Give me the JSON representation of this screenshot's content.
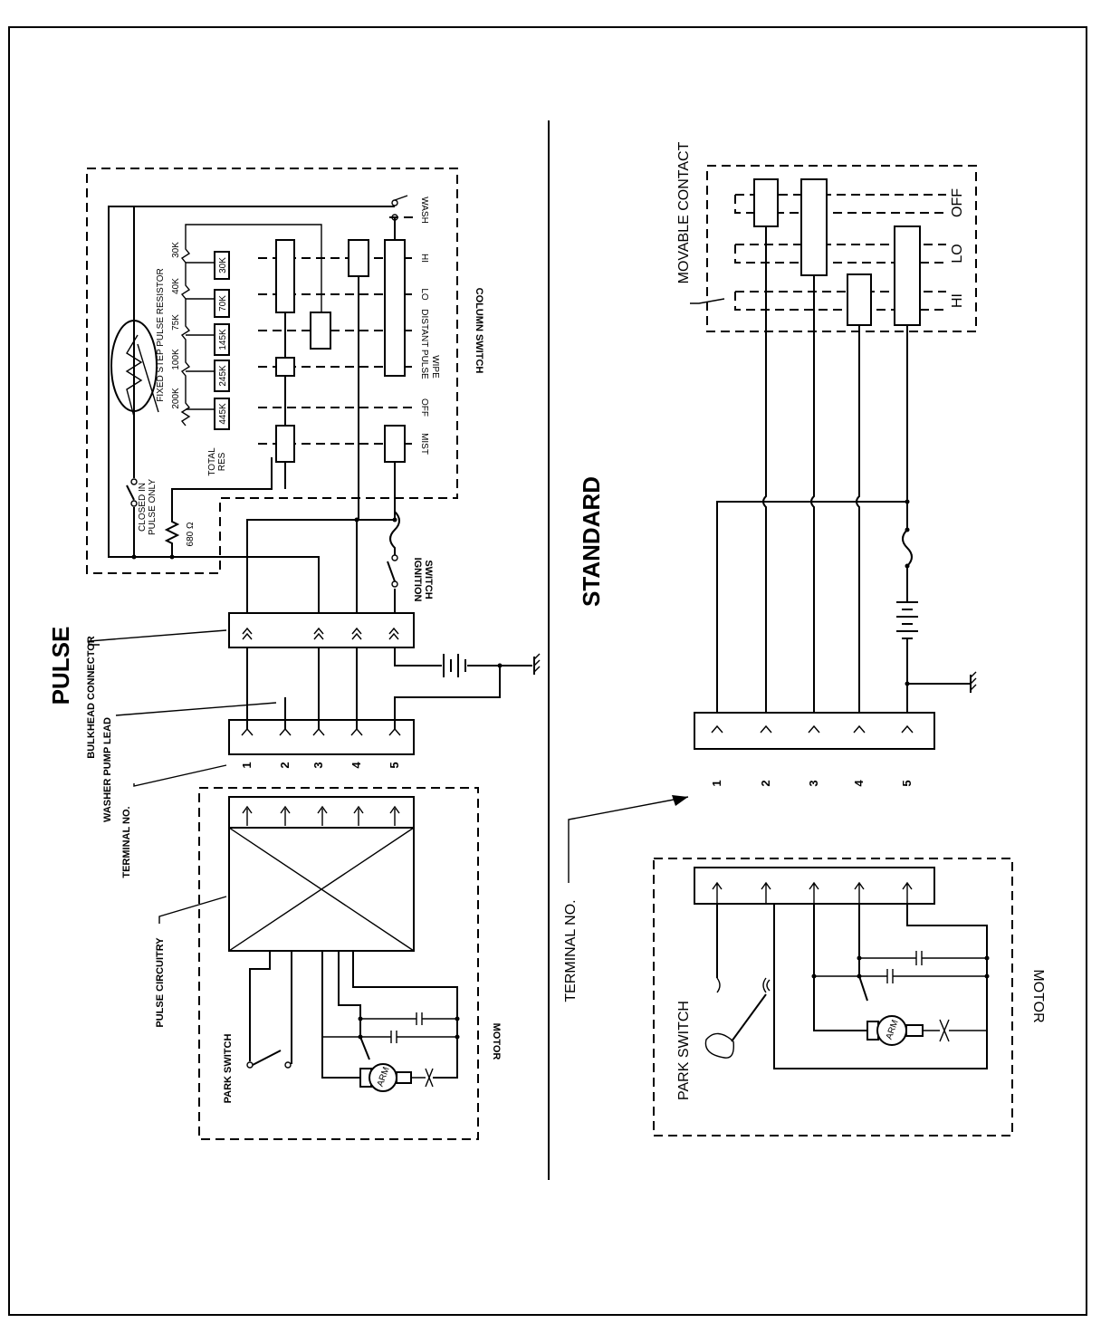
{
  "pulse": {
    "title": "PULSE",
    "bulkhead_connector": "BULKHEAD CONNECTOR",
    "washer_pump_lead": "WASHER PUMP LEAD",
    "terminal_no": "TERMINAL NO.",
    "pulse_circuitry": "PULSE CIRCUITRY",
    "park_switch": "PARK SWITCH",
    "motor": "MOTOR",
    "arm": "ARM",
    "ignition_switch_1": "IGNITION",
    "ignition_switch_2": "SWITCH",
    "column_switch": "COLUMN SWITCH",
    "closed_in_1": "CLOSED IN",
    "closed_in_2": "PULSE ONLY",
    "res_680": "680 Ω",
    "fixed_step": "FIXED STEP PULSE RESISTOR",
    "total_res_1": "TOTAL",
    "total_res_2": "RES",
    "resistor_values": [
      "200K",
      "100K",
      "75K",
      "40K",
      "30K"
    ],
    "total_values": [
      "445K",
      "245K",
      "145K",
      "70K",
      "30K"
    ],
    "positions": [
      "MIST",
      "OFF",
      "DISTANT PULSE",
      "WIPE",
      "LO",
      "HI",
      "WASH"
    ],
    "terminals": [
      "1",
      "2",
      "3",
      "4",
      "5"
    ]
  },
  "standard": {
    "title": "STANDARD",
    "movable_contact": "MOVABLE CONTACT",
    "positions": [
      "HI",
      "LO",
      "OFF"
    ],
    "terminal_no": "TERMINAL NO.",
    "park_switch": "PARK SWITCH",
    "motor": "MOTOR",
    "arm": "ARM",
    "terminals": [
      "1",
      "2",
      "3",
      "4",
      "5"
    ]
  }
}
